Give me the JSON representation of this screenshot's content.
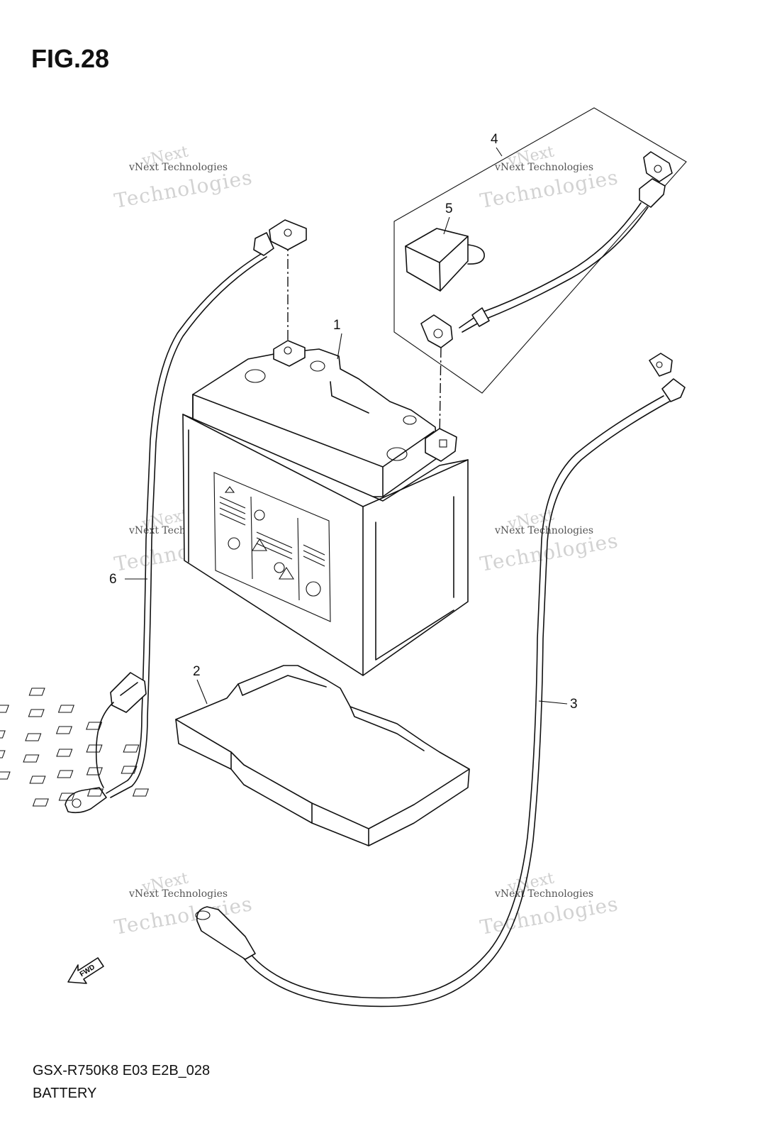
{
  "figure": {
    "title": "FIG.28"
  },
  "callouts": [
    "1",
    "2",
    "3",
    "4",
    "5",
    "6"
  ],
  "watermark": {
    "line1": "vNext",
    "line2": "vNext Technologies",
    "line3": "Technologies"
  },
  "fwd_label": "FWD",
  "footer": {
    "model_code": "GSX-R750K8 E03 E2B_028",
    "section": "BATTERY"
  }
}
